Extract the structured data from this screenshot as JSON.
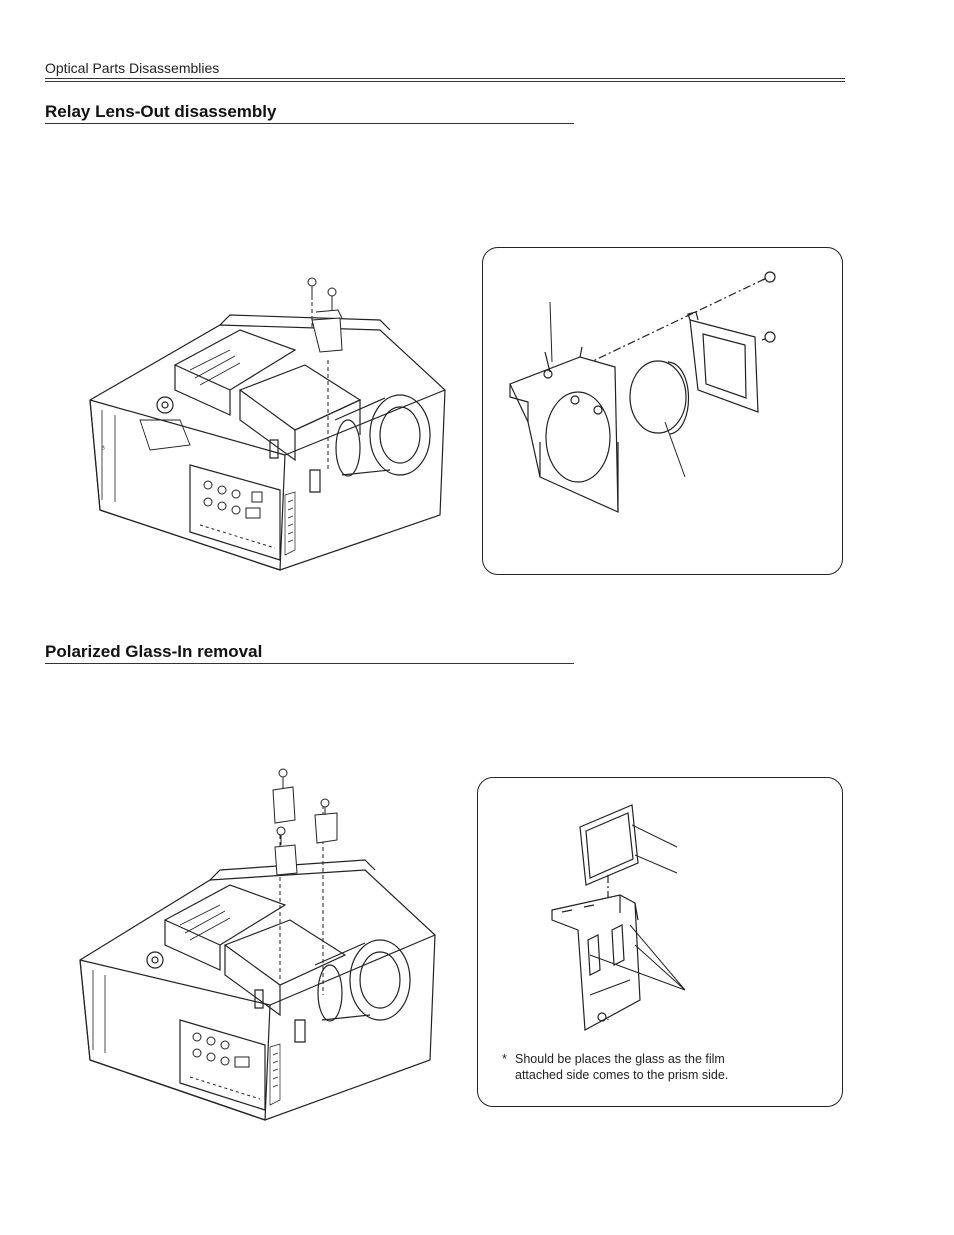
{
  "header": {
    "section_label": "Optical Parts Disassemblies"
  },
  "sections": [
    {
      "title": "Relay Lens-Out disassembly"
    },
    {
      "title": "Polarized Glass-In removal",
      "note": {
        "marker": "*",
        "text": "Should be places the glass as the film attached side comes to the prism side."
      }
    }
  ],
  "colors": {
    "ink": "#1a1a1a",
    "paper": "#ffffff"
  },
  "icons": [
    "screw-icon",
    "lens-icon",
    "bracket-icon",
    "glass-icon",
    "projector-illustration"
  ]
}
